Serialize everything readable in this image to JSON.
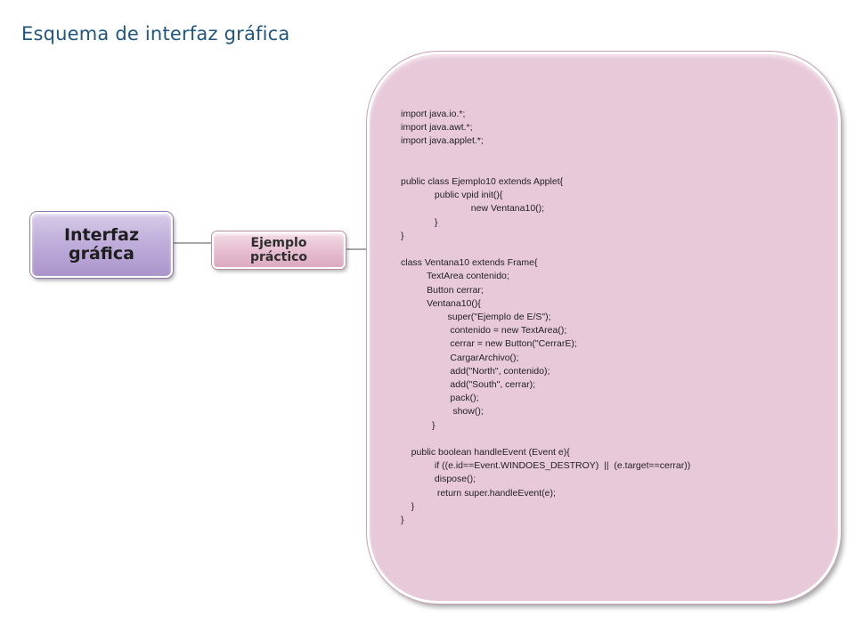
{
  "header": {
    "title": "Esquema de interfaz gráfica"
  },
  "diagram": {
    "main_node": "Interfaz\ngráfica",
    "sub_node": "Ejemplo\npráctico",
    "colors": {
      "title": "#1f5680",
      "main_node": "#c0aedb",
      "sub_node": "#e7bfd1",
      "code_panel": "#e8c9da",
      "connector": "#a8a8a8"
    }
  },
  "code": {
    "text": "import java.io.*;\nimport java.awt.*;\nimport java.applet.*;\n\n\npublic class Ejemplo10 extends Applet{\n             public vpid init(){\n                           new Ventana10();\n             }\n}\n\nclass Ventana10 extends Frame{\n          TextArea contenido;\n          Button cerrar;\n          Ventana10(){\n                  super(\"Ejemplo de E/S\");\n                   contenido = new TextArea();\n                   cerrar = new Button(\"CerrarE);\n                   CargarArchivo();\n                   add(\"North\", contenido);\n                   add(\"South\", cerrar);\n                   pack();\n                    show();\n            }\n\n    public boolean handleEvent (Event e){\n             if ((e.id==Event.WINDOES_DESTROY)  ||  (e.target==cerrar))\n             dispose();\n              return super.handleEvent(e);\n    }\n}"
  }
}
